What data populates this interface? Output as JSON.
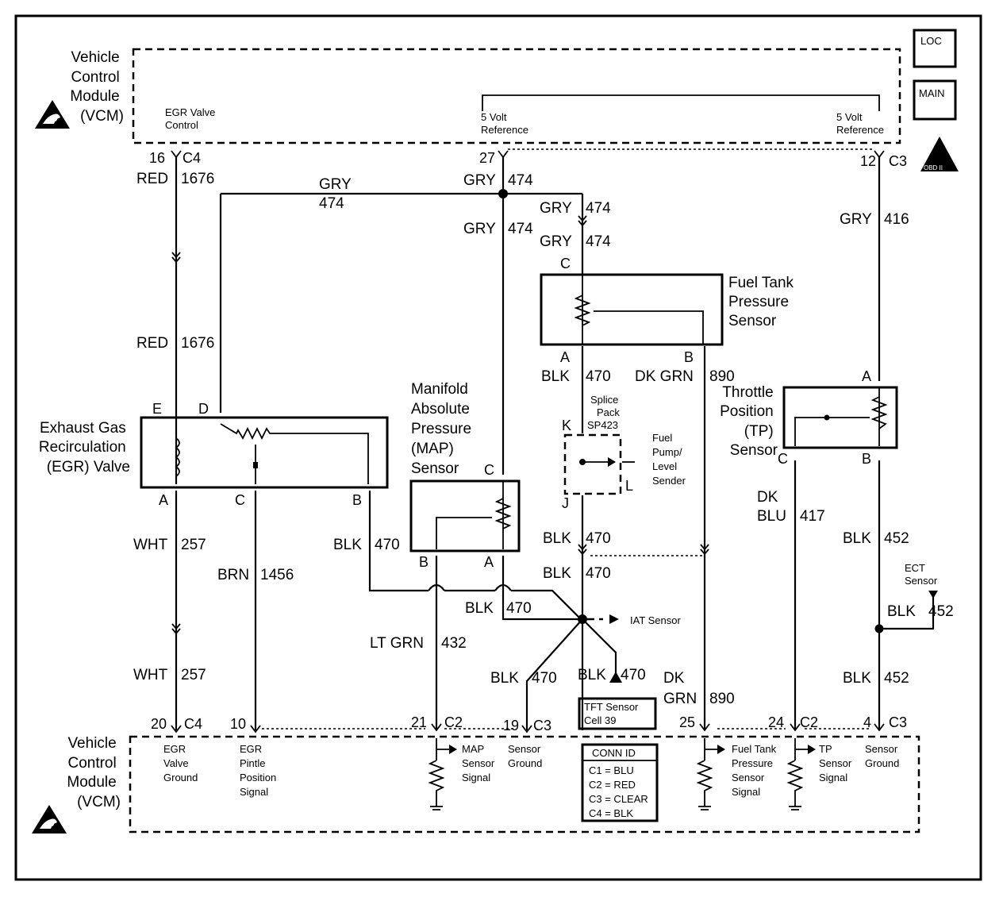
{
  "vcm_top": {
    "label": [
      "Vehicle",
      "Control",
      "Module",
      "(VCM)"
    ],
    "egr_ctrl": [
      "EGR Valve",
      "Control"
    ],
    "ref1": [
      "5 Volt",
      "Reference"
    ],
    "ref2": [
      "5 Volt",
      "Reference"
    ]
  },
  "vcm_bottom": {
    "label": [
      "Vehicle",
      "Control",
      "Module",
      "(VCM)"
    ],
    "egr_ground": [
      "EGR",
      "Valve",
      "Ground"
    ],
    "egr_pintle": [
      "EGR",
      "Pintle",
      "Position",
      "Signal"
    ],
    "map_signal": [
      "MAP",
      "Sensor",
      "Signal"
    ],
    "sensor_ground1": [
      "Sensor",
      "Ground"
    ],
    "ft_signal": [
      "Fuel Tank",
      "Pressure",
      "Sensor",
      "Signal"
    ],
    "tp_signal": [
      "TP",
      "Sensor",
      "Signal"
    ],
    "sensor_ground2": [
      "Sensor",
      "Ground"
    ]
  },
  "badges": {
    "loc": "LOC",
    "main": "MAIN",
    "obd": "OBD II"
  },
  "pins_top": {
    "p16": "16",
    "c4": "C4",
    "p27": "27",
    "p12": "12",
    "c3": "C3"
  },
  "pins_bottom": {
    "p20": "20",
    "c4": "C4",
    "p10": "10",
    "p21": "21",
    "c2a": "C2",
    "p19": "19",
    "c3a": "C3",
    "p25": "25",
    "p24": "24",
    "c2b": "C2",
    "p4": "4",
    "c3b": "C3"
  },
  "wires": {
    "red1676_a": [
      "RED",
      "1676"
    ],
    "red1676_b": [
      "RED",
      "1676"
    ],
    "gry474_top": [
      "GRY",
      "474"
    ],
    "gry474_h": [
      "GRY",
      "474"
    ],
    "gry474_c": [
      "GRY",
      "474"
    ],
    "gry474_r1": [
      "GRY",
      "474"
    ],
    "gry474_r2": [
      "GRY",
      "474"
    ],
    "gry416": [
      "GRY",
      "416"
    ],
    "blk470_ft": [
      "BLK",
      "470"
    ],
    "dkgrn890_a": [
      "DK GRN",
      "890"
    ],
    "wht257_a": [
      "WHT",
      "257"
    ],
    "wht257_b": [
      "WHT",
      "257"
    ],
    "brn1456": [
      "BRN",
      "1456"
    ],
    "blk470_egr": [
      "BLK",
      "470"
    ],
    "blk470_j": [
      "BLK",
      "470"
    ],
    "blk470_k": [
      "BLK",
      "470"
    ],
    "blk470_map": [
      "BLK",
      "470"
    ],
    "ltgrn432": [
      "LT GRN",
      "432"
    ],
    "blk470_g": [
      "BLK",
      "470"
    ],
    "blk470_tft": [
      "BLK",
      "470"
    ],
    "dkgrn890_b": [
      "DK",
      "GRN",
      "890"
    ],
    "dkblu417": [
      "DK",
      "BLU",
      "417"
    ],
    "blk452_a": [
      "BLK",
      "452"
    ],
    "blk452_b": [
      "BLK",
      "452"
    ],
    "blk452_c": [
      "BLK",
      "452"
    ]
  },
  "components": {
    "egr": [
      "Exhaust Gas",
      "Recirculation",
      "(EGR) Valve"
    ],
    "map": [
      "Manifold",
      "Absolute",
      "Pressure",
      "(MAP)",
      "Sensor"
    ],
    "ftp": [
      "Fuel Tank",
      "Pressure",
      "Sensor"
    ],
    "tp": [
      "Throttle",
      "Position",
      "(TP)",
      "Sensor"
    ],
    "splice": [
      "Splice",
      "Pack",
      "SP423"
    ],
    "fuel_pump": [
      "Fuel",
      "Pump/",
      "Level",
      "Sender"
    ],
    "iat": "IAT Sensor",
    "ect": [
      "ECT",
      "Sensor"
    ],
    "tft": [
      "TFT Sensor",
      "Cell 39"
    ]
  },
  "pin_letters": {
    "egr_e": "E",
    "egr_d": "D",
    "egr_a": "A",
    "egr_c": "C",
    "egr_b": "B",
    "map_c": "C",
    "map_b": "B",
    "map_a": "A",
    "ft_c": "C",
    "ft_a": "A",
    "ft_b": "B",
    "tp_a": "A",
    "tp_c": "C",
    "tp_b": "B",
    "sp_k": "K",
    "sp_j": "J",
    "sp_l": "L"
  },
  "conn_id": {
    "title": "CONN ID",
    "rows": [
      "C1 = BLU",
      "C2 = RED",
      "C3 = CLEAR",
      "C4 = BLK"
    ]
  }
}
